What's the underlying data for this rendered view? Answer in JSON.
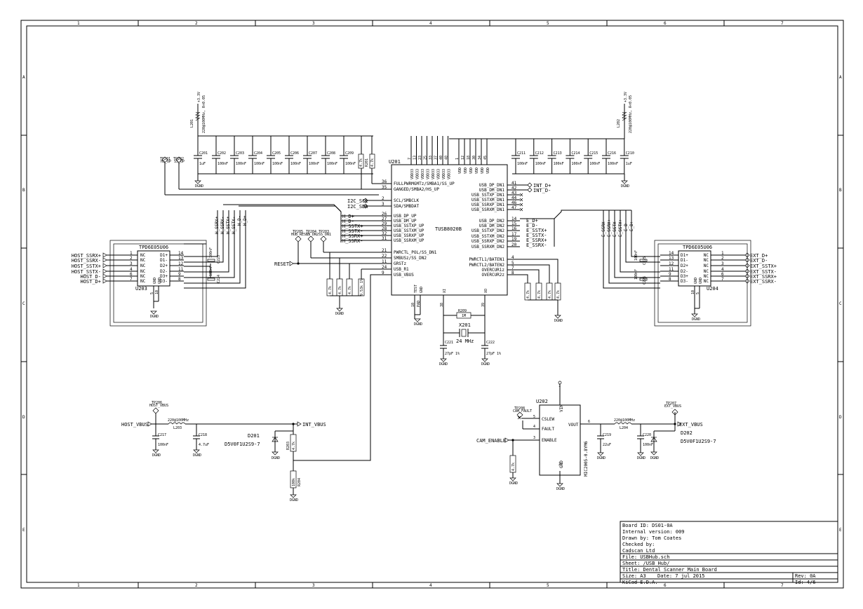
{
  "sheet": {
    "col_labels": [
      "1",
      "2",
      "3",
      "4",
      "5",
      "6",
      "7"
    ],
    "row_labels": [
      "A",
      "B",
      "C",
      "D",
      "E"
    ]
  },
  "title_block": {
    "board_id": "Board ID: DS01-0A",
    "internal_version": "Internal version: 009",
    "drawn_by": "Drawn by: Tom Coates",
    "checked_by": "Checked by:",
    "company": "Cadscan Ltd",
    "file": "File: USBHub.sch",
    "sheet": "Sheet: /USB Hub/",
    "title": "Title: Dental Scanner Main Board",
    "size": "Size: A3",
    "date": "Date: 7 jul 2015",
    "rev": "Rev: 0A",
    "tool": "KiCad E.D.A.",
    "id": "Id: 4/6"
  },
  "u201": {
    "ref": "U201",
    "value": "TUSB8020B",
    "left_pins": [
      {
        "num": "36",
        "name": "FULLPWRMGMTz/SMBA1/SS_UP"
      },
      {
        "num": "35",
        "name": "GANGED/SMBA2/HS_UP"
      },
      {
        "num": "2",
        "name": "SCL/SMBCLK"
      },
      {
        "num": "3",
        "name": "SDA/SMBDAT"
      },
      {
        "num": "26",
        "name": "USB_DP_UP"
      },
      {
        "num": "27",
        "name": "USB_DM_UP"
      },
      {
        "num": "29",
        "name": "USB_SSTXP_UP"
      },
      {
        "num": "28",
        "name": "USB_SSTXM_UP"
      },
      {
        "num": "32",
        "name": "USB_SSRXP_UP"
      },
      {
        "num": "31",
        "name": "USB_SSRXM_UP"
      },
      {
        "num": "21",
        "name": "PWRCTL_POL/SS_DN1"
      },
      {
        "num": "22",
        "name": "SMBUSz/SS_DN2"
      },
      {
        "num": "11",
        "name": "GRSTz"
      },
      {
        "num": "24",
        "name": "USB_R1"
      },
      {
        "num": "9",
        "name": "USB_VBUS"
      }
    ],
    "right_pins": [
      {
        "num": "41",
        "name": "USB_DP_DN1"
      },
      {
        "num": "42",
        "name": "USB_DM_DN1"
      },
      {
        "num": "43",
        "name": "USB_SSTXP_DN1"
      },
      {
        "num": "44",
        "name": "USB_SSTXM_DN1"
      },
      {
        "num": "46",
        "name": "USB_SSRXP_DN1"
      },
      {
        "num": "47",
        "name": "USB_SSRXM_DN1"
      },
      {
        "num": "14",
        "name": "USB_DP_DN2"
      },
      {
        "num": "15",
        "name": "USB_DM_DN2"
      },
      {
        "num": "16",
        "name": "USB_SSTXP_DN2"
      },
      {
        "num": "17",
        "name": "USB_SSTXM_DN2"
      },
      {
        "num": "19",
        "name": "USB_SSRXP_DN2"
      },
      {
        "num": "20",
        "name": "USB_SSRXM_DN2"
      },
      {
        "num": "4",
        "name": "PWRCTL1/BATEN1"
      },
      {
        "num": "5",
        "name": "PWRCTL2/BATEN2"
      },
      {
        "num": "7",
        "name": "OVERCUR1z"
      },
      {
        "num": "8",
        "name": "OVERCUR2z"
      }
    ],
    "top_pins_a": [
      {
        "num": "7",
        "name": "VDD33"
      },
      {
        "num": "13",
        "name": "VDD33"
      },
      {
        "num": "23",
        "name": "VDD33"
      },
      {
        "num": "25",
        "name": "VDD33"
      },
      {
        "num": "33",
        "name": "VDD33"
      },
      {
        "num": "37",
        "name": "VDD33"
      },
      {
        "num": "40",
        "name": "VDD33"
      },
      {
        "num": "48",
        "name": "VDD33"
      }
    ],
    "top_pins_b": [
      {
        "num": "1",
        "name": "VDD"
      },
      {
        "num": "12",
        "name": "VDD"
      },
      {
        "num": "18",
        "name": "VDD"
      },
      {
        "num": "30",
        "name": "VDD"
      },
      {
        "num": "34",
        "name": "VDD"
      },
      {
        "num": "45",
        "name": "VDD"
      }
    ],
    "bottom_pins": [
      {
        "num": "10",
        "name": "TEST"
      },
      {
        "num": "PAD",
        "name": "GND"
      },
      {
        "num": "38",
        "name": "XI"
      },
      {
        "num": "39",
        "name": "XO"
      }
    ]
  },
  "left_nets": {
    "hubreset_tp": "HUB_RESET",
    "i2c_scl": "I2C_SCL",
    "i2c_sda": "I2C_SDA",
    "h_dp": "H_D+",
    "h_dm": "H_D-",
    "h_sstxp": "H_SSTX+",
    "h_sstxm": "H_SSTX-",
    "h_ssrxp": "H_SSRX+",
    "h_ssrxm": "H_SSRX-",
    "reset": "RESET"
  },
  "right_nets": {
    "int_dp": "INT_D+",
    "int_dm": "INT_D-",
    "e_dp": "E_D+",
    "e_dm": "E_D-",
    "e_sstxp": "E_SSTX+",
    "e_sstxm": "E_SSTX-",
    "e_ssrxp": "E_SSRX+",
    "e_ssrxm": "E_SSRX-"
  },
  "u203": {
    "ref": "U203",
    "value": "TPD6E05U06",
    "left_pins": [
      {
        "num": "1",
        "name": "NC"
      },
      {
        "num": "2",
        "name": "NC"
      },
      {
        "num": "3",
        "name": "NC"
      },
      {
        "num": "4",
        "name": "NC"
      },
      {
        "num": "6",
        "name": "NC"
      },
      {
        "num": "7",
        "name": "NC"
      }
    ],
    "right_pins": [
      {
        "num": "14",
        "name": "D1+"
      },
      {
        "num": "13",
        "name": "D1-"
      },
      {
        "num": "12",
        "name": "D2+"
      },
      {
        "num": "11",
        "name": "D2-"
      },
      {
        "num": "9",
        "name": "D3+"
      },
      {
        "num": "8",
        "name": "D3-"
      }
    ],
    "gnd_pins": [
      "5",
      "10"
    ],
    "ports": [
      "HOST_SSRX+",
      "HOST_SSRX-",
      "HOST_SSTX+",
      "HOST_SSTX-",
      "HOST_D-",
      "HOST_D+"
    ]
  },
  "u204": {
    "ref": "U204",
    "value": "TPD6E05U06",
    "left_pins": [
      {
        "num": "14",
        "name": "D1+"
      },
      {
        "num": "13",
        "name": "D1-"
      },
      {
        "num": "12",
        "name": "D2+"
      },
      {
        "num": "11",
        "name": "D2-"
      },
      {
        "num": "9",
        "name": "D3+"
      },
      {
        "num": "8",
        "name": "D3-"
      }
    ],
    "right_pins": [
      {
        "num": "1",
        "name": "NC"
      },
      {
        "num": "2",
        "name": "NC"
      },
      {
        "num": "3",
        "name": "NC"
      },
      {
        "num": "4",
        "name": "NC"
      },
      {
        "num": "6",
        "name": "NC"
      },
      {
        "num": "7",
        "name": "NC"
      }
    ],
    "gnd_pins": [
      "10",
      "5"
    ],
    "ports": [
      "EXT_D+",
      "EXT_D-",
      "EXT_SSTX+",
      "EXT_SSTX-",
      "EXT_SSRX+",
      "EXT_SSRX-"
    ]
  },
  "caps_left": [
    {
      "ref": "C201",
      "val": "1uF"
    },
    {
      "ref": "C202",
      "val": "100nF"
    },
    {
      "ref": "C203",
      "val": "100nF"
    },
    {
      "ref": "C204",
      "val": "100nF"
    },
    {
      "ref": "C205",
      "val": "100nF"
    },
    {
      "ref": "C206",
      "val": "100nF"
    },
    {
      "ref": "C207",
      "val": "100nF"
    },
    {
      "ref": "C208",
      "val": "100nF"
    },
    {
      "ref": "C209",
      "val": "100nF"
    }
  ],
  "caps_right": [
    {
      "ref": "C211",
      "val": "100nF"
    },
    {
      "ref": "C212",
      "val": "100nF"
    },
    {
      "ref": "C213",
      "val": "100nF"
    },
    {
      "ref": "C214",
      "val": "100nF"
    },
    {
      "ref": "C215",
      "val": "100nF"
    },
    {
      "ref": "C216",
      "val": "100nF"
    },
    {
      "ref": "C210",
      "val": "1uF"
    }
  ],
  "ferrites": {
    "l201": {
      "ref": "L201",
      "val": "220@100MHz, R<0.05"
    },
    "l202": {
      "ref": "L202",
      "val": "220@100MHz, R<0.05"
    },
    "l203": {
      "ref": "L203",
      "val": "220@100MHz"
    },
    "l204": {
      "ref": "L204",
      "val": "220@100MHz"
    }
  },
  "power": {
    "v33": "+3.3V",
    "gnd": "DGND"
  },
  "test_points": {
    "tp201": {
      "ref": "TP201",
      "label": "HS_UP"
    },
    "tp202": {
      "ref": "TP202",
      "label": "SS_UP"
    },
    "tp205": {
      "ref": "TP205",
      "label": "HUB_RESET"
    },
    "tp204": {
      "ref": "TP204",
      "label": "SS_DN2"
    },
    "tp203": {
      "ref": "TP203",
      "label": "SS_DN1"
    },
    "tp206": {
      "ref": "TP206",
      "label": "HOST_VBUS"
    },
    "tp208": {
      "ref": "TP208",
      "label": "CAM_FAULT"
    },
    "tp207": {
      "ref": "TP207",
      "label": "EXT_VBUS"
    }
  },
  "resistors": {
    "r201": {
      "ref": "R201",
      "val": "4.7k"
    },
    "r202": {
      "ref": "R202",
      "val": "4.7k"
    },
    "r205": {
      "ref": "R205",
      "val": "4.7k"
    },
    "r206": {
      "ref": "R206",
      "val": "4.7k"
    },
    "r207": {
      "ref": "R207",
      "val": "4.7k"
    },
    "r208": {
      "ref": "R208",
      "val": "9.53k 1%"
    },
    "r209": {
      "ref": "R209",
      "val": "1M"
    },
    "r210": {
      "ref": "R210",
      "val": "4.7k"
    },
    "r211": {
      "ref": "R211",
      "val": "4.7k"
    },
    "r212": {
      "ref": "R212",
      "val": "4.7k"
    },
    "r213": {
      "ref": "R213",
      "val": "4.7k"
    },
    "r203": {
      "ref": "R203",
      "val": "4.7k"
    },
    "r204": {
      "ref": "R204",
      "val": "100k"
    },
    "r214": {
      "ref": "R214",
      "val": "4.7k"
    }
  },
  "crystal": {
    "ref": "X201",
    "val": "24 MHz",
    "c221": "C221",
    "c221_val": "27pF 1%",
    "c222": "C222",
    "c222_val": "27pF 1%"
  },
  "esd_caps": {
    "c223": "C223",
    "c224": "C224",
    "c225": "C225",
    "c226": "C226",
    "val": "100nF"
  },
  "power_section": {
    "host_vbus": "HOST_VBUS",
    "int_vbus": "INT_VBUS",
    "ext_vbus": "EXT_VBUS",
    "cam_enable": "CAM_ENABLE",
    "c217": {
      "ref": "C217",
      "val": "100nF"
    },
    "c218": {
      "ref": "C218",
      "val": "4.7uF"
    },
    "c219": {
      "ref": "C219",
      "val": "22uF"
    },
    "c220": {
      "ref": "C220",
      "val": "100nF"
    },
    "d201": {
      "ref": "D201",
      "val": "D5V0F1U2S9-7"
    },
    "d202": {
      "ref": "D202",
      "val": "D5V0F1U2S9-7"
    },
    "u202": {
      "ref": "U202",
      "val": "MIC2005-0.8YM6",
      "pins": [
        {
          "num": "5",
          "name": "CSLEW"
        },
        {
          "num": "4",
          "name": "FAULT"
        },
        {
          "num": "3",
          "name": "ENABLE"
        },
        {
          "num": "6",
          "name": "VOUT"
        },
        {
          "num": "1",
          "name": "VIN"
        },
        {
          "num": "2",
          "name": "GND"
        }
      ]
    }
  }
}
